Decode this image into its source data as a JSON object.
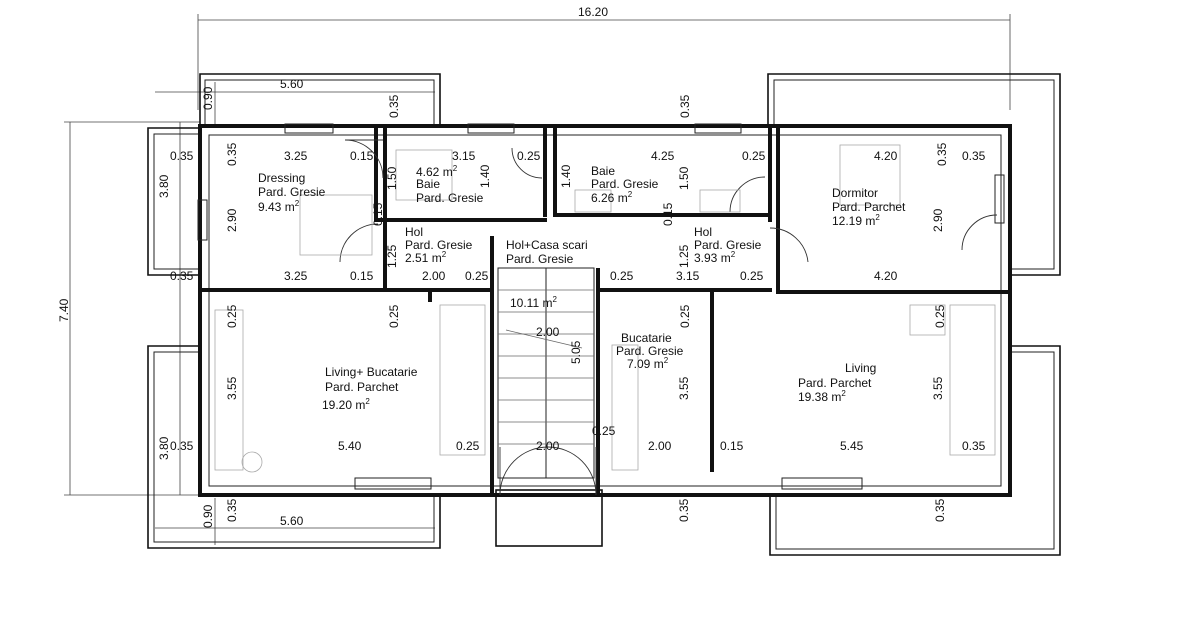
{
  "overall": {
    "width": "16.20",
    "height": "7.40"
  },
  "rooms": {
    "dressing": {
      "name": "Dressing",
      "finish": "Pard. Gresie",
      "area": "9.43 m",
      "exp": "2"
    },
    "baie_left": {
      "name": "Baie",
      "finish": "Pard. Gresie",
      "area": "4.62 m",
      "exp": "2"
    },
    "baie_right": {
      "name": "Baie",
      "finish": "Pard. Gresie",
      "area": "6.26 m",
      "exp": "2"
    },
    "dormitor": {
      "name": "Dormitor",
      "finish": "Pard. Parchet",
      "area": "12.19 m",
      "exp": "2"
    },
    "hol_left": {
      "name": "Hol",
      "finish": "Pard. Gresie",
      "area": "2.51 m",
      "exp": "2"
    },
    "hol_stair": {
      "name": "Hol+Casa scari",
      "finish": "Pard. Gresie",
      "area": "10.11 m",
      "exp": "2"
    },
    "hol_right": {
      "name": "Hol",
      "finish": "Pard. Gresie",
      "area": "3.93 m",
      "exp": "2"
    },
    "living_bucatarie": {
      "name": "Living+ Bucatarie",
      "finish": "Pard. Parchet",
      "area": "19.20 m",
      "exp": "2"
    },
    "bucatarie": {
      "name": "Bucatarie",
      "finish": "Pard. Gresie",
      "area": "7.09 m",
      "exp": "2"
    },
    "living": {
      "name": "Living",
      "finish": "Pard. Parchet",
      "area": "19.38 m",
      "exp": "2"
    }
  },
  "dims": {
    "d001": "5.60",
    "d002": "0.90",
    "d003": "0.35",
    "d004": "0.35",
    "d005": "3.80",
    "d006": "0.35",
    "d007": "0.35",
    "d008": "3.25",
    "d009": "0.15",
    "d010": "3.15",
    "d011": "0.25",
    "d012": "4.25",
    "d013": "0.25",
    "d014": "4.20",
    "d015": "0.35",
    "d016": "0.35",
    "d017": "1.50",
    "d018": "1.40",
    "d019": "1.40",
    "d020": "1.50",
    "d021": "2.90",
    "d022": "2.90",
    "d023": "0.15",
    "d024": "0.15",
    "d025": "1.25",
    "d026": "1.25",
    "d027": "0.35",
    "d028": "3.25",
    "d029": "0.15",
    "d030": "2.00",
    "d031": "0.25",
    "d032": "0.25",
    "d033": "3.15",
    "d034": "0.25",
    "d035": "4.20",
    "d036": "0.25",
    "d037": "0.25",
    "d038": "2.00",
    "d039": "0.25",
    "d040": "0.25",
    "d041": "5.05",
    "d042": "3.55",
    "d043": "3.55",
    "d044": "3.55",
    "d045": "0.25",
    "d046": "3.80",
    "d047": "0.35",
    "d048": "5.40",
    "d049": "0.25",
    "d050": "2.00",
    "d051": "2.00",
    "d052": "0.15",
    "d053": "5.45",
    "d054": "0.35",
    "d055": "0.35",
    "d056": "0.35",
    "d057": "0.35",
    "d058": "0.90",
    "d059": "5.60",
    "d060": "7.40"
  }
}
